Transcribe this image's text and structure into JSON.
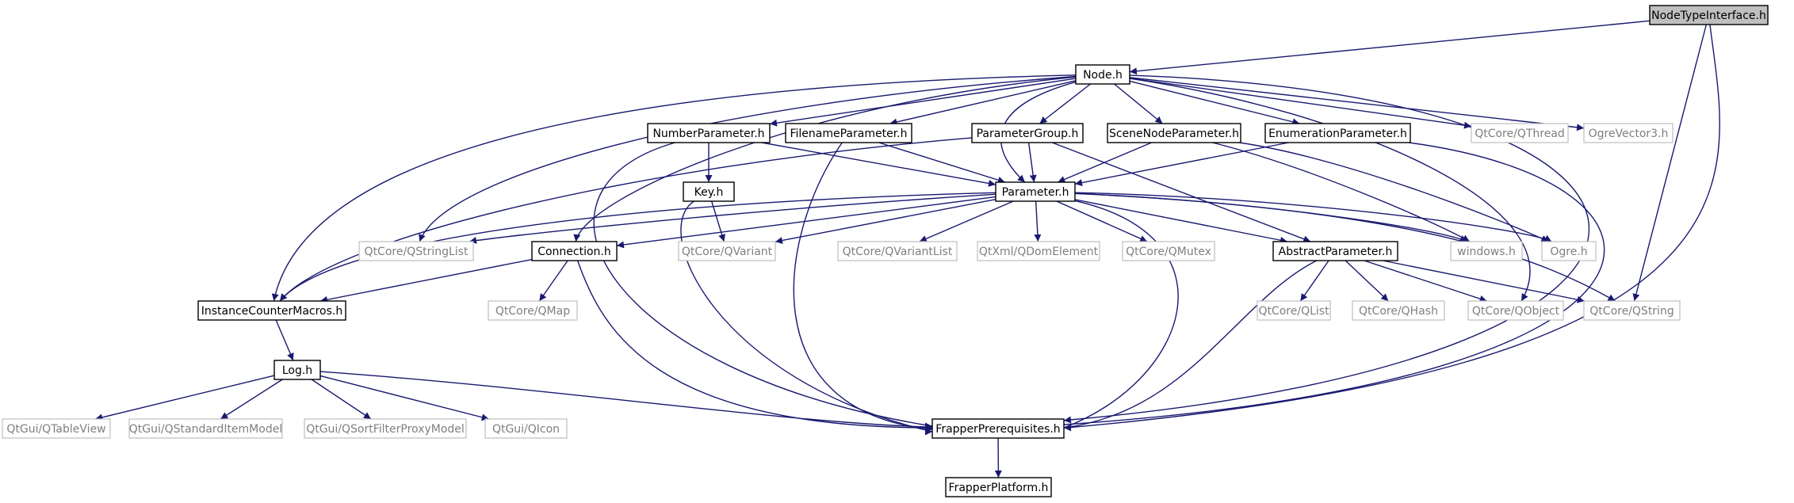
{
  "diagram": {
    "type": "include-dependency-graph",
    "nodes": [
      {
        "id": "nodetypeinterface",
        "label": "NodeTypeInterface.h",
        "kind": "root"
      },
      {
        "id": "node",
        "label": "Node.h",
        "kind": "local"
      },
      {
        "id": "numberparameter",
        "label": "NumberParameter.h",
        "kind": "local"
      },
      {
        "id": "filenameparameter",
        "label": "FilenameParameter.h",
        "kind": "local"
      },
      {
        "id": "parametergroup",
        "label": "ParameterGroup.h",
        "kind": "local"
      },
      {
        "id": "scenenodeparameter",
        "label": "SceneNodeParameter.h",
        "kind": "local"
      },
      {
        "id": "enumerationparameter",
        "label": "EnumerationParameter.h",
        "kind": "local"
      },
      {
        "id": "qthread",
        "label": "QtCore/QThread",
        "kind": "external"
      },
      {
        "id": "ogrevector3",
        "label": "OgreVector3.h",
        "kind": "external"
      },
      {
        "id": "key",
        "label": "Key.h",
        "kind": "local"
      },
      {
        "id": "parameter",
        "label": "Parameter.h",
        "kind": "local"
      },
      {
        "id": "qstringlist",
        "label": "QtCore/QStringList",
        "kind": "external"
      },
      {
        "id": "connection",
        "label": "Connection.h",
        "kind": "local"
      },
      {
        "id": "qvariant",
        "label": "QtCore/QVariant",
        "kind": "external"
      },
      {
        "id": "qvariantlist",
        "label": "QtCore/QVariantList",
        "kind": "external"
      },
      {
        "id": "qdomelement",
        "label": "QtXml/QDomElement",
        "kind": "external"
      },
      {
        "id": "qmutex",
        "label": "QtCore/QMutex",
        "kind": "external"
      },
      {
        "id": "abstractparameter",
        "label": "AbstractParameter.h",
        "kind": "local"
      },
      {
        "id": "windows",
        "label": "windows.h",
        "kind": "external"
      },
      {
        "id": "ogre",
        "label": "Ogre.h",
        "kind": "external"
      },
      {
        "id": "instancecountermacros",
        "label": "InstanceCounterMacros.h",
        "kind": "local"
      },
      {
        "id": "qmap",
        "label": "QtCore/QMap",
        "kind": "external"
      },
      {
        "id": "qlist",
        "label": "QtCore/QList",
        "kind": "external"
      },
      {
        "id": "qhash",
        "label": "QtCore/QHash",
        "kind": "external"
      },
      {
        "id": "qobject",
        "label": "QtCore/QObject",
        "kind": "external"
      },
      {
        "id": "qstring",
        "label": "QtCore/QString",
        "kind": "external"
      },
      {
        "id": "log",
        "label": "Log.h",
        "kind": "local"
      },
      {
        "id": "qtableview",
        "label": "QtGui/QTableView",
        "kind": "external"
      },
      {
        "id": "qstandarditemmodel",
        "label": "QtGui/QStandardItemModel",
        "kind": "external"
      },
      {
        "id": "qsortfilterproxymodel",
        "label": "QtGui/QSortFilterProxyModel",
        "kind": "external"
      },
      {
        "id": "qicon",
        "label": "QtGui/QIcon",
        "kind": "external"
      },
      {
        "id": "frapperprerequisites",
        "label": "FrapperPrerequisites.h",
        "kind": "local"
      },
      {
        "id": "frapperplatform",
        "label": "FrapperPlatform.h",
        "kind": "local"
      }
    ],
    "edges": [
      [
        "nodetypeinterface",
        "node"
      ],
      [
        "nodetypeinterface",
        "qstring"
      ],
      [
        "nodetypeinterface",
        "frapperprerequisites"
      ],
      [
        "node",
        "numberparameter"
      ],
      [
        "node",
        "filenameparameter"
      ],
      [
        "node",
        "parametergroup"
      ],
      [
        "node",
        "scenenodeparameter"
      ],
      [
        "node",
        "enumerationparameter"
      ],
      [
        "node",
        "qthread"
      ],
      [
        "node",
        "ogrevector3"
      ],
      [
        "node",
        "parameter"
      ],
      [
        "node",
        "qstringlist"
      ],
      [
        "node",
        "connection"
      ],
      [
        "node",
        "instancecountermacros"
      ],
      [
        "node",
        "qobject"
      ],
      [
        "node",
        "frapperprerequisites"
      ],
      [
        "numberparameter",
        "key"
      ],
      [
        "numberparameter",
        "parameter"
      ],
      [
        "numberparameter",
        "frapperprerequisites"
      ],
      [
        "filenameparameter",
        "parameter"
      ],
      [
        "filenameparameter",
        "frapperprerequisites"
      ],
      [
        "parametergroup",
        "parameter"
      ],
      [
        "parametergroup",
        "abstractparameter"
      ],
      [
        "parametergroup",
        "instancecountermacros"
      ],
      [
        "scenenodeparameter",
        "parameter"
      ],
      [
        "scenenodeparameter",
        "windows"
      ],
      [
        "scenenodeparameter",
        "ogre"
      ],
      [
        "enumerationparameter",
        "parameter"
      ],
      [
        "enumerationparameter",
        "frapperprerequisites"
      ],
      [
        "key",
        "qvariant"
      ],
      [
        "key",
        "frapperprerequisites"
      ],
      [
        "parameter",
        "qstringlist"
      ],
      [
        "parameter",
        "connection"
      ],
      [
        "parameter",
        "qvariant"
      ],
      [
        "parameter",
        "qvariantlist"
      ],
      [
        "parameter",
        "qdomelement"
      ],
      [
        "parameter",
        "qmutex"
      ],
      [
        "parameter",
        "abstractparameter"
      ],
      [
        "parameter",
        "windows"
      ],
      [
        "parameter",
        "ogre"
      ],
      [
        "parameter",
        "qstring"
      ],
      [
        "parameter",
        "instancecountermacros"
      ],
      [
        "parameter",
        "frapperprerequisites"
      ],
      [
        "connection",
        "qmap"
      ],
      [
        "connection",
        "instancecountermacros"
      ],
      [
        "connection",
        "frapperprerequisites"
      ],
      [
        "abstractparameter",
        "qlist"
      ],
      [
        "abstractparameter",
        "qhash"
      ],
      [
        "abstractparameter",
        "qobject"
      ],
      [
        "abstractparameter",
        "qstring"
      ],
      [
        "abstractparameter",
        "frapperprerequisites"
      ],
      [
        "instancecountermacros",
        "log"
      ],
      [
        "log",
        "qtableview"
      ],
      [
        "log",
        "qstandarditemmodel"
      ],
      [
        "log",
        "qsortfilterproxymodel"
      ],
      [
        "log",
        "qicon"
      ],
      [
        "log",
        "frapperprerequisites"
      ],
      [
        "frapperprerequisites",
        "frapperplatform"
      ]
    ]
  }
}
